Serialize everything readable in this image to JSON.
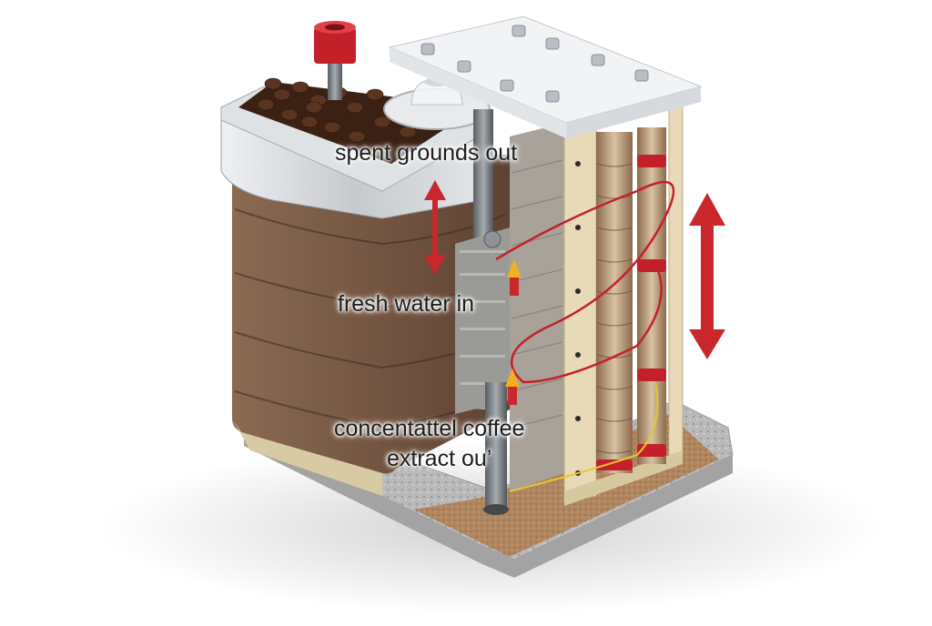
{
  "diagram": {
    "labels": {
      "spent_grounds": "spent grounds out",
      "fresh_water": "fresh water in",
      "extract_line1": "concentattel coffee",
      "extract_line2": "extract ou’"
    },
    "colors": {
      "flow_arrow": "#c8282c",
      "tube_highlight": "#f2b020",
      "coffee_beans": "#4a2a18",
      "filter_cloth": "#7a5a44",
      "steel": "#c9ccd0",
      "base_sand": "#b08660",
      "wooden_frame": "#e6d6b0"
    },
    "icons": [
      "bean-hopper",
      "red-valve-knob",
      "glass-dome-lid",
      "bolted-lid-plate",
      "filter-column-stack",
      "flow-arrow",
      "inlet-pipe"
    ]
  }
}
